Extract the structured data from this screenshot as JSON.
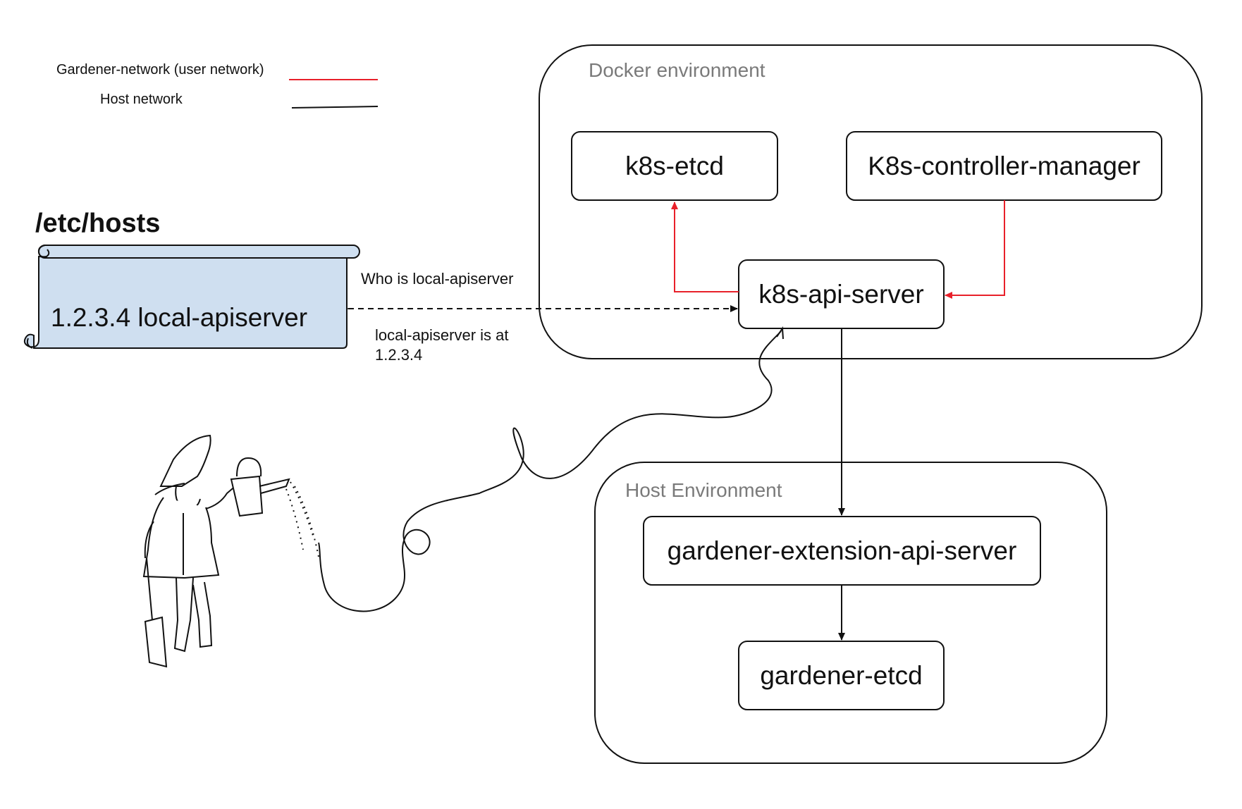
{
  "legend": {
    "items": [
      {
        "label": "Gardener-network (user network)",
        "color": "#e8202a"
      },
      {
        "label": "Host network",
        "color": "#111111"
      }
    ]
  },
  "hosts_file": {
    "title": "/etc/hosts",
    "entry": "1.2.3.4  local-apiserver",
    "fill_color": "#cfdff0"
  },
  "dns": {
    "question": "Who is local-apiserver",
    "answer_line1": "local-apiserver is at",
    "answer_line2": "1.2.3.4"
  },
  "docker_env": {
    "label": "Docker environment",
    "nodes": {
      "etcd": "k8s-etcd",
      "controller_manager": "K8s-controller-manager",
      "api_server": "k8s-api-server"
    }
  },
  "host_env": {
    "label": "Host Environment",
    "nodes": {
      "extension_api_server": "gardener-extension-api-server",
      "etcd": "gardener-etcd"
    }
  },
  "colors": {
    "user_network": "#e8202a",
    "host_network": "#111111"
  },
  "icons": [
    "gardener-figure-icon"
  ]
}
